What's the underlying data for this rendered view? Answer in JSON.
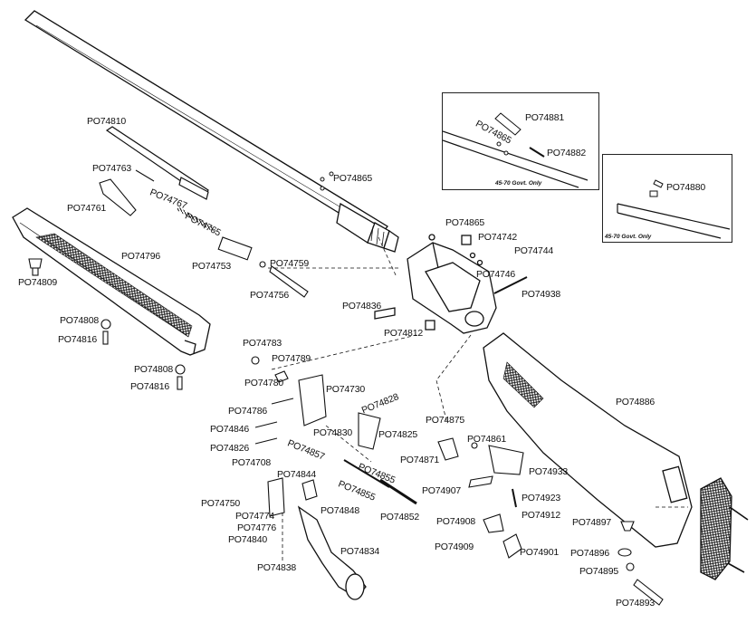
{
  "labels": {
    "l74810": "PO74810",
    "l74763": "PO74763",
    "l74767": "PO74767",
    "l74765": "PO74765",
    "l74761": "PO74761",
    "l74865a": "PO74865",
    "l74796": "PO74796",
    "l74809": "PO74809",
    "l74753": "PO74753",
    "l74759": "PO74759",
    "l74756": "PO74756",
    "l74808a": "PO74808",
    "l74816a": "PO74816",
    "l74808b": "PO74808",
    "l74816b": "PO74816",
    "l74865b": "PO74865",
    "l74742": "PO74742",
    "l74744": "PO74744",
    "l74746": "PO74746",
    "l74938": "PO74938",
    "l74836": "PO74836",
    "l74812": "PO74812",
    "l74783": "PO74783",
    "l74789": "PO74789",
    "l74780": "PO74780",
    "l74730": "PO74730",
    "l74786": "PO74786",
    "l74846": "PO74846",
    "l74826": "PO74826",
    "l74828": "PO74828",
    "l74830": "PO74830",
    "l74825": "PO74825",
    "l74857": "PO74857",
    "l74855a": "PO74855",
    "l74855b": "PO74855",
    "l74708": "PO74708",
    "l74844": "PO74844",
    "l74750": "PO74750",
    "l74774": "PO74774",
    "l74776": "PO74776",
    "l74840": "PO74840",
    "l74838": "PO74838",
    "l74848": "PO74848",
    "l74852": "PO74852",
    "l74834": "PO74834",
    "l74875": "PO74875",
    "l74861": "PO74861",
    "l74871": "PO74871",
    "l74933": "PO74933",
    "l74907": "PO74907",
    "l74923": "PO74923",
    "l74912": "PO74912",
    "l74908": "PO74908",
    "l74909": "PO74909",
    "l74901": "PO74901",
    "l74886": "PO74886",
    "l74897": "PO74897",
    "l74896": "PO74896",
    "l74895": "PO74895",
    "l74893": "PO74893",
    "l74881": "PO74881",
    "l74865c": "PO74865",
    "l74882": "PO74882",
    "l74880": "PO74880"
  },
  "notes": {
    "inset1": "45-70 Govt. Only",
    "inset2": "45-70 Govt. Only"
  }
}
